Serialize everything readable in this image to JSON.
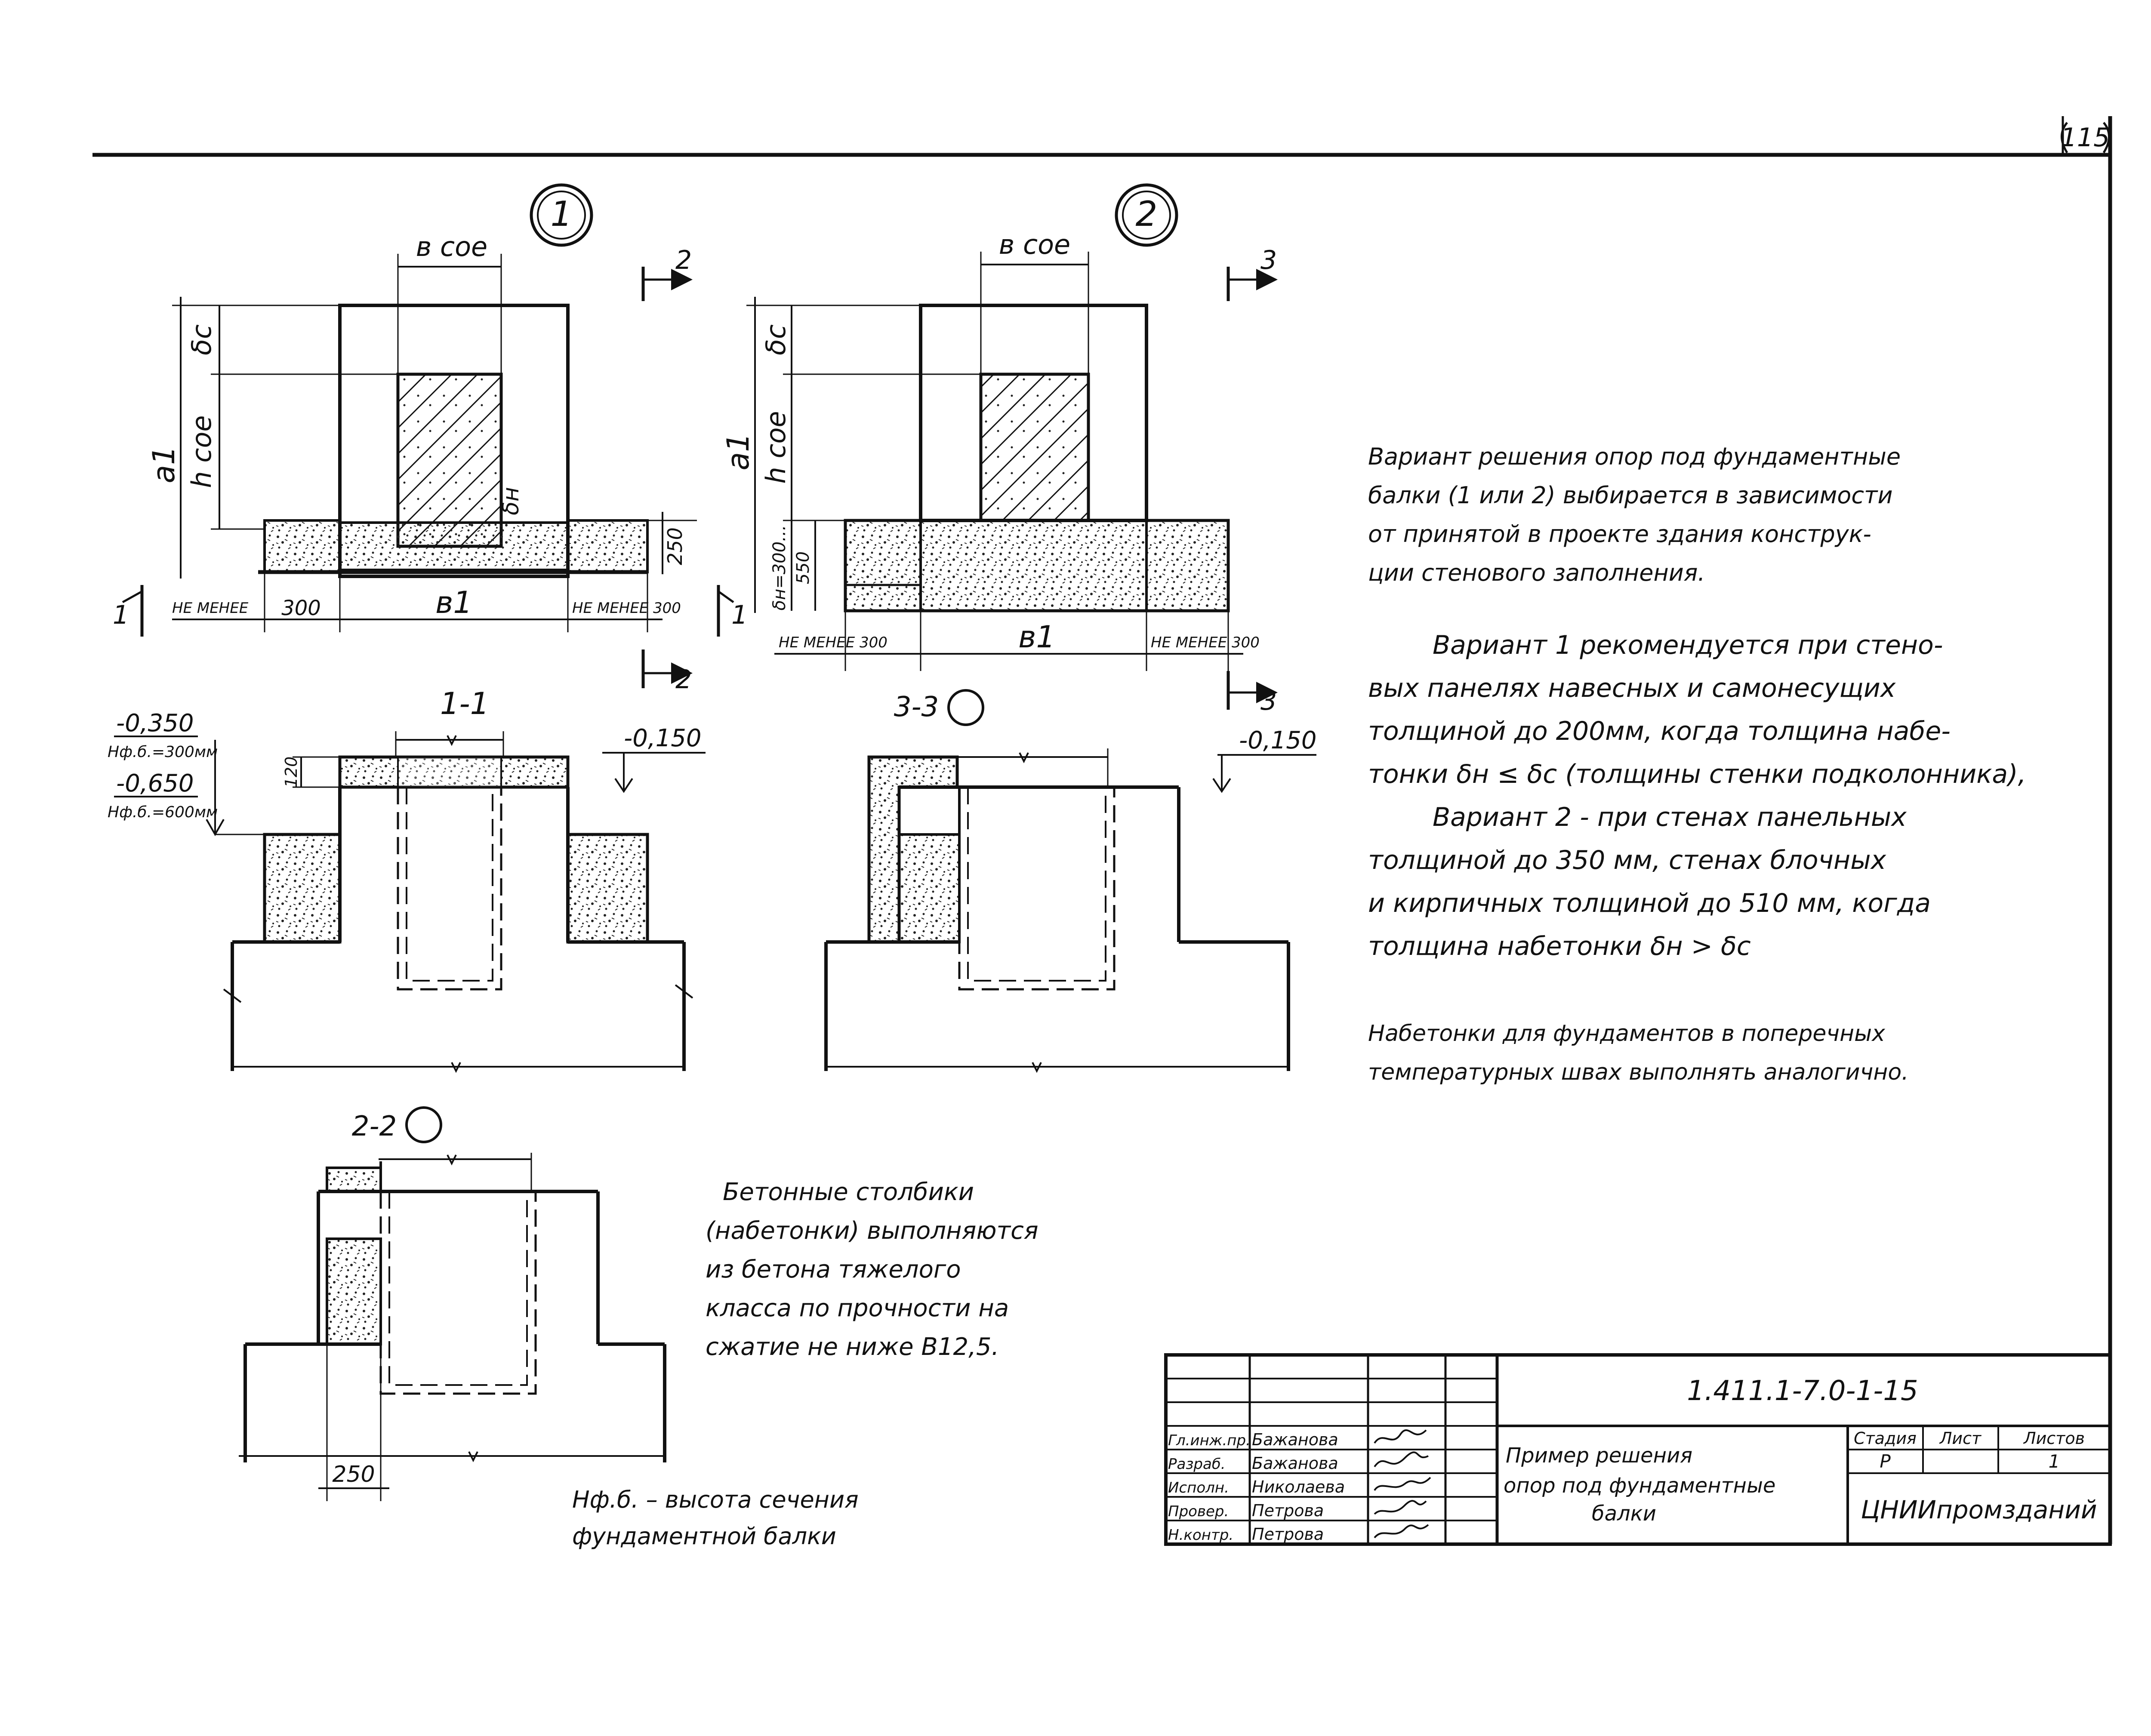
{
  "sheet_number": "115",
  "details": {
    "d1": {
      "marker": "1",
      "cut_label": "2",
      "cut_left": "1",
      "cut_right": "1",
      "label_bcol": "в сое",
      "label_a1": "а1",
      "label_hcol": "h сое",
      "label_dc": "δс",
      "label_dn": "δн",
      "dim_250": "250",
      "label_not_less_left": "НЕ МЕНЕЕ",
      "dim_300": "300",
      "label_b1": "в1",
      "label_not_less_right": "НЕ МЕНЕЕ 300"
    },
    "d2": {
      "marker": "2",
      "cut_label": "3",
      "label_bcol": "в сое",
      "label_a1": "а1",
      "label_hcol": "h сое",
      "label_dc": "δс",
      "label_dn": "δн=300...",
      "dim_550": "550",
      "label_not_less_left": "НЕ МЕНЕЕ 300",
      "label_b1": "в1",
      "label_not_less_right": "НЕ МЕНЕЕ 300"
    }
  },
  "sections": {
    "s11": {
      "title": "1-1",
      "elev_1": "-0,350",
      "elev_1_note": "Нф.б.=300мм",
      "elev_2": "-0,650",
      "elev_2_note": "Нф.б.=600мм",
      "dim_120": "120",
      "elev_right": "-0,150"
    },
    "s33": {
      "title": "3-3",
      "elev_right": "-0,150"
    },
    "s22": {
      "title": "2-2",
      "dim_250": "250"
    }
  },
  "notes": {
    "p1": [
      "Вариант решения опор под фундаментные",
      "балки (1 или 2) выбирается в зависимости",
      "от принятой в проекте здания конструк-",
      "ции стенового заполнения."
    ],
    "p2": [
      "Вариант 1 рекомендуется при стено-",
      "вых панелях навесных и самонесущих",
      "толщиной  до 200мм, когда толщина набе-",
      "тонки δн ≤ δс (толщины стенки подколонника),"
    ],
    "p3": [
      "Вариант 2 - при стенах панельных",
      "толщиной до 350 мм, стенах блочных",
      "и кирпичных толщиной до 510 мм, когда",
      "толщина набетонки δн > δс"
    ],
    "p4": [
      "Набетонки для фундаментов в поперечных",
      "температурных швах выполнять аналогично."
    ],
    "concrete": [
      "Бетонные столбики",
      "(набетонки) выполняются",
      "из бетона тяжелого",
      "класса по прочности на",
      "сжатие не ниже В12,5."
    ],
    "footnote": [
      "Нф.б. – высота сечения",
      "фундаментной балки"
    ]
  },
  "title_block": {
    "doc_code": "1.411.1-7.0-1-15",
    "roles": [
      "Гл.инж.пр.",
      "Разраб.",
      "Исполн.",
      "Провер.",
      "Н.контр."
    ],
    "names": [
      "Бажанова",
      "Бажанова",
      "Николаева",
      "Петрова",
      "Петрова"
    ],
    "title_lines": [
      "Пример решения",
      "опор под фундаментные",
      "балки"
    ],
    "col_stage": "Стадия",
    "col_sheet": "Лист",
    "col_sheets": "Листов",
    "stage": "Р",
    "sheet": "",
    "sheets": "1",
    "org": "ЦНИИпромзданий"
  }
}
